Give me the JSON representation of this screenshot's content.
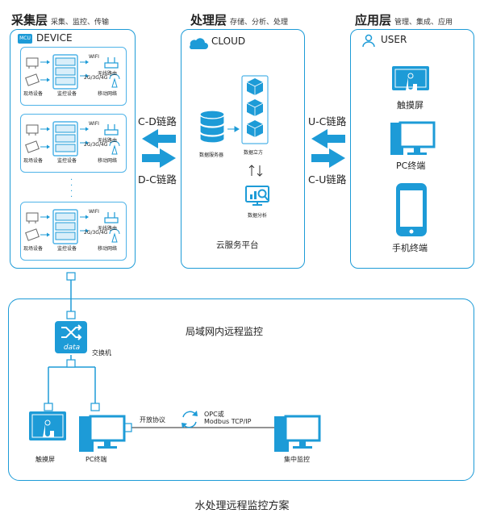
{
  "layers": {
    "collect": {
      "title": "采集层",
      "subtitle": "采集、监控、传输",
      "badge": "MCU",
      "name": "DEVICE"
    },
    "process": {
      "title": "处理层",
      "subtitle": "存储、分析、处理",
      "name": "CLOUD"
    },
    "app": {
      "title": "应用层",
      "subtitle": "管理、集成、应用",
      "name": "USER"
    }
  },
  "device_rows": [
    {
      "field": "现场设备",
      "monitor": "监控设备",
      "wifi": "WIFI",
      "router": "无线路由",
      "cell": "2G/3G/4G",
      "mobile": "移动网络"
    },
    {
      "field": "现场设备",
      "monitor": "监控设备",
      "wifi": "WIFI",
      "router": "无线路由",
      "cell": "2G/3G/4G",
      "mobile": "移动网络"
    },
    {
      "field": "现场设备",
      "monitor": "监控设备",
      "wifi": "WIFI",
      "router": "无线路由",
      "cell": "2G/3G/4G",
      "mobile": "移动网络"
    }
  ],
  "links": {
    "cd": "C-D链路",
    "dc": "D-C链路",
    "uc": "U-C链路",
    "cu": "C-U链路"
  },
  "cloud": {
    "server": "数据服务器",
    "cube": "数据立方",
    "analysis": "数据分析",
    "platform": "云服务平台"
  },
  "user": {
    "touch": "触摸屏",
    "pc": "PC终端",
    "mobile": "手机终端"
  },
  "lan": {
    "title": "局域网内远程监控",
    "switch_icon_text": "data",
    "switch": "交换机",
    "touch": "触摸屏",
    "pc": "PC终端",
    "open": "开放协议",
    "proto1": "OPC或",
    "proto2": "Modbus TCP/IP",
    "central": "集中监控"
  },
  "caption": "水处理远程监控方案",
  "colors": {
    "accent": "#1d9bd7",
    "light": "#4fb3e8"
  },
  "icons": [
    "device-icon",
    "server-rack-icon",
    "wifi-router-icon",
    "antenna-icon",
    "database-icon",
    "cube-icon",
    "analysis-icon",
    "cloud-icon",
    "user-icon",
    "touchscreen-icon",
    "monitor-icon",
    "phone-icon",
    "switch-icon",
    "sync-icon"
  ]
}
